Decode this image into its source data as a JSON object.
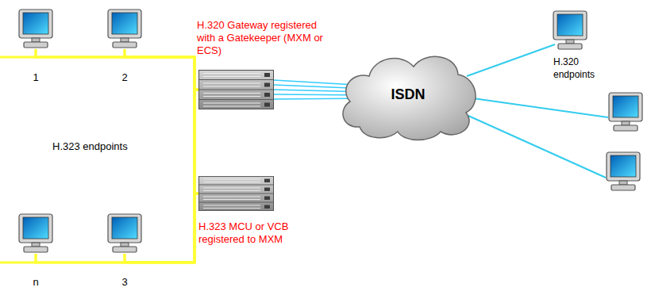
{
  "diagram": {
    "nodes": [
      {
        "text": [
          "1"
        ]
      },
      {
        "text": [
          "2"
        ]
      },
      {
        "text": [
          "H.320 Gateway registered with a Gatekeeper (MXM or ECS)"
        ]
      },
      {
        "text": [
          "ISDN"
        ]
      },
      {
        "text": [
          "H.323 MCU or VCB registered to MXM"
        ]
      },
      {
        "text": [
          "n"
        ]
      },
      {
        "text": [
          "3"
        ]
      }
    ],
    "edges": [
      {
        "from": 0,
        "to": 2,
        "arrow": "none"
      },
      {
        "from": 1,
        "to": 2,
        "arrow": "none"
      },
      {
        "from": 5,
        "to": 2,
        "arrow": "none"
      },
      {
        "from": 6,
        "to": 2,
        "arrow": "none"
      },
      {
        "from": 0,
        "to": 4,
        "arrow": "none"
      },
      {
        "from": 1,
        "to": 4,
        "arrow": "none"
      },
      {
        "from": 5,
        "to": 4,
        "arrow": "none"
      },
      {
        "from": 6,
        "to": 4,
        "arrow": "none"
      },
      {
        "from": 2,
        "to": 3,
        "arrow": "none"
      }
    ],
    "labels": [
      "H.323 endpoints",
      "H.320 endpoints"
    ]
  }
}
